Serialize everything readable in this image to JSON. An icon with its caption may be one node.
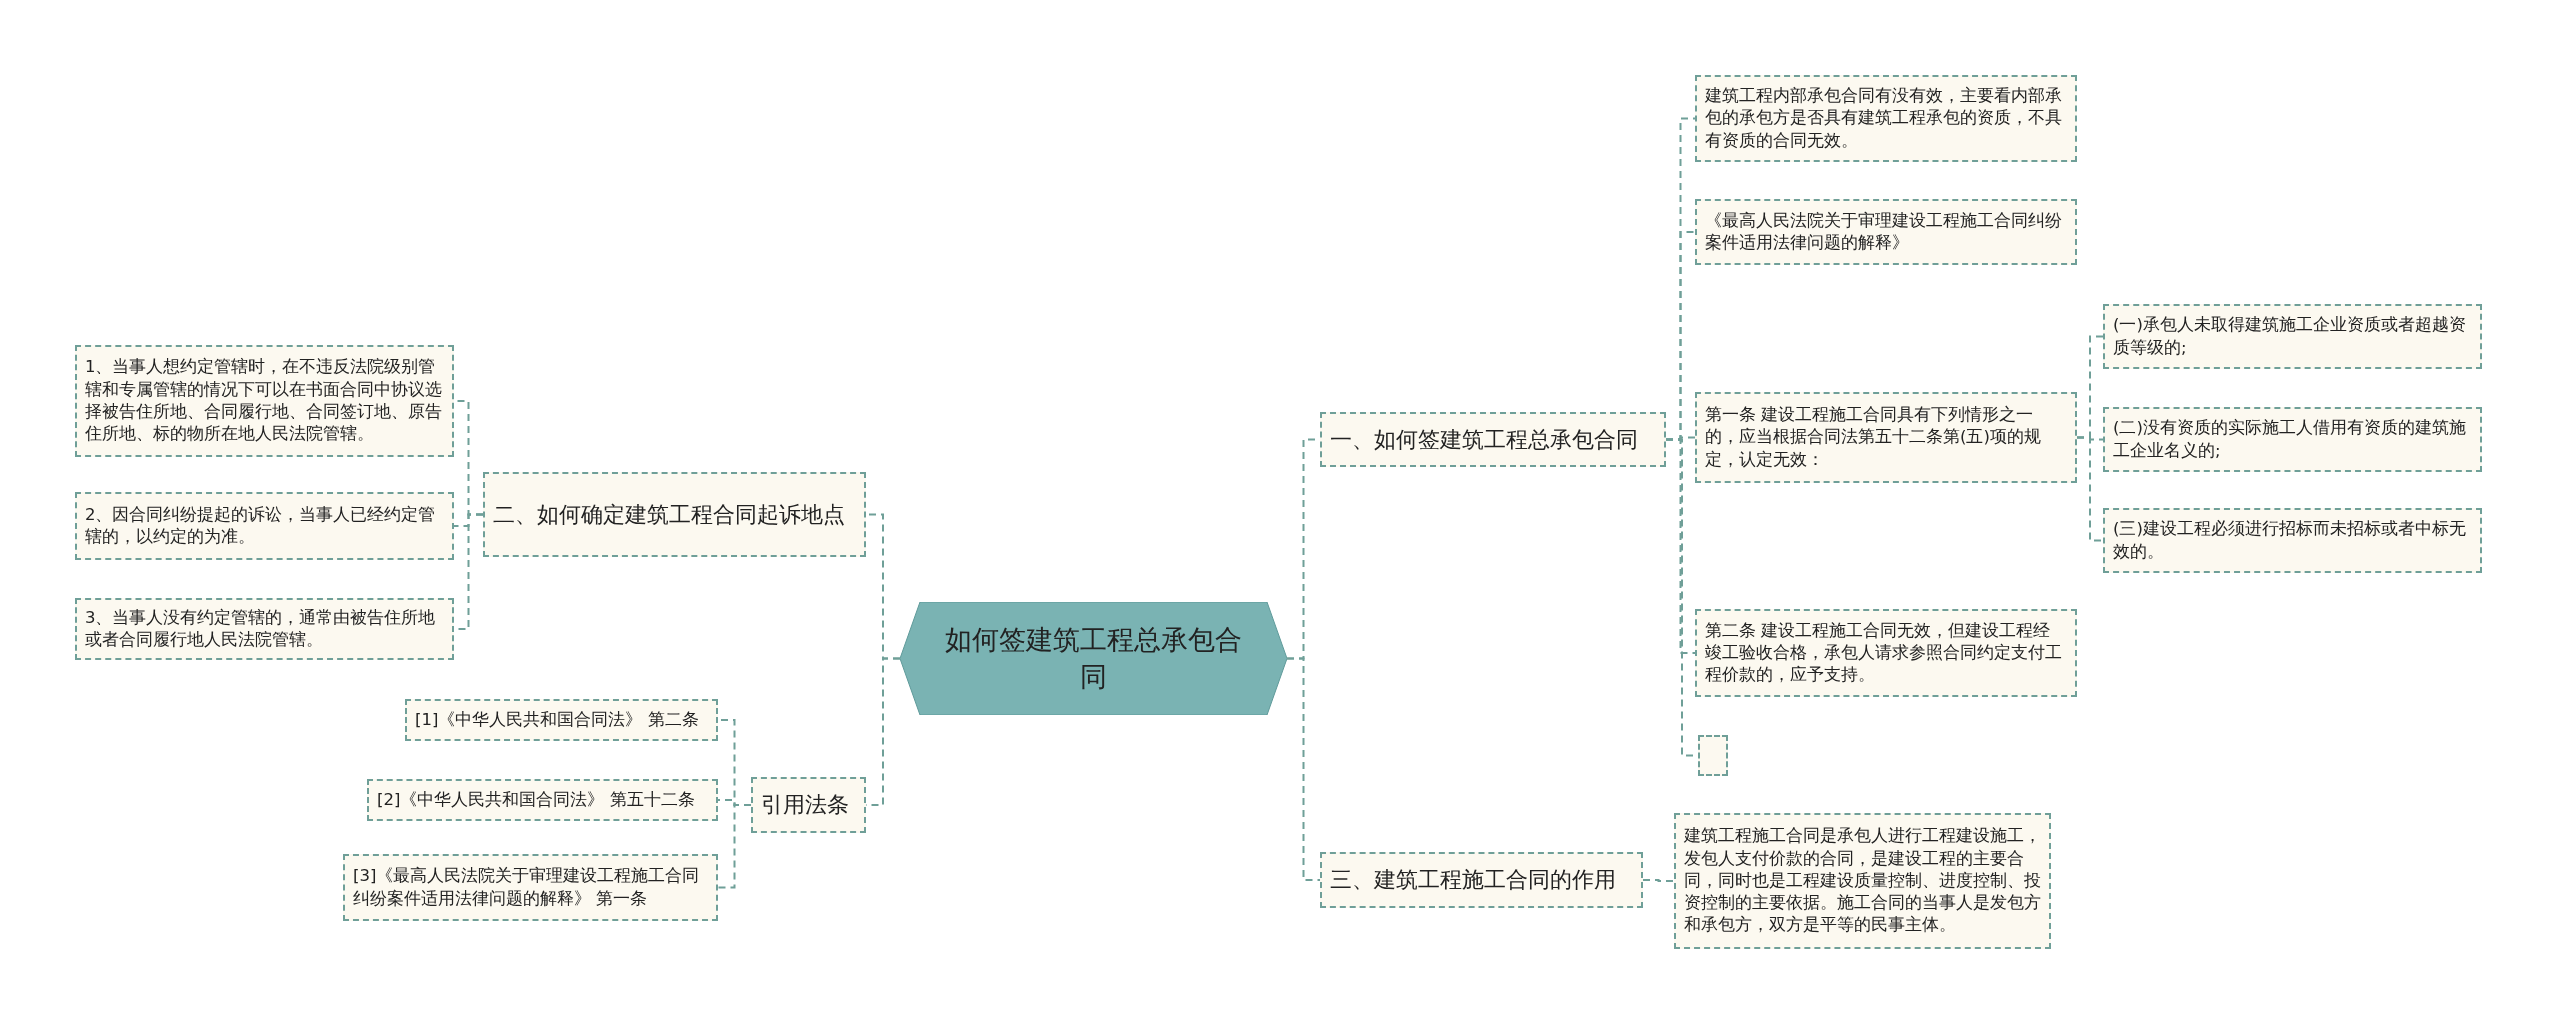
{
  "diagram": {
    "nodes": [
      {
        "text": [
          "如何签建筑工程总承包合同"
        ]
      },
      {
        "text": [
          "二、如何确定建筑工程合同起诉地点"
        ]
      },
      {
        "text": [
          "1、当事人想约定管辖时，在不违反法院级别管辖和专属管辖的情况下可以在书面合同中协议选择被告住所地、合同履行地、合同签订地、原告住所地、标的物所在地人民法院管辖。"
        ]
      },
      {
        "text": [
          "2、因合同纠纷提起的诉讼，当事人已经约定管辖的，以约定的为准。"
        ]
      },
      {
        "text": [
          "3、当事人没有约定管辖的，通常由被告住所地或者合同履行地人民法院管辖。"
        ]
      },
      {
        "text": [
          "引用法条"
        ]
      },
      {
        "text": [
          "[1]《中华人民共和国合同法》 第二条"
        ]
      },
      {
        "text": [
          "[2]《中华人民共和国合同法》 第五十二条"
        ]
      },
      {
        "text": [
          "[3]《最高人民法院关于审理建设工程施工合同纠纷案件适用法律问题的解释》 第一条"
        ]
      },
      {
        "text": [
          "一、如何签建筑工程总承包合同"
        ]
      },
      {
        "text": [
          "建筑工程内部承包合同有没有效，主要看内部承包的承包方是否具有建筑工程承包的资质，不具有资质的合同无效。"
        ]
      },
      {
        "text": [
          "《最高人民法院关于审理建设工程施工合同纠纷案件适用法律问题的解释》"
        ]
      },
      {
        "text": [
          "第一条 建设工程施工合同具有下列情形之一的，应当根据合同法第五十二条第(五)项的规定，认定无效："
        ]
      },
      {
        "text": [
          "(一)承包人未取得建筑施工企业资质或者超越资质等级的;"
        ]
      },
      {
        "text": [
          "(二)没有资质的实际施工人借用有资质的建筑施工企业名义的;"
        ]
      },
      {
        "text": [
          "(三)建设工程必须进行招标而未招标或者中标无效的。"
        ]
      },
      {
        "text": [
          "第二条 建设工程施工合同无效，但建设工程经竣工验收合格，承包人请求参照合同约定支付工程价款的，应予支持。"
        ]
      },
      {
        "text": [],
        "shape": "box"
      },
      {
        "text": [
          "三、建筑工程施工合同的作用"
        ]
      },
      {
        "text": [
          "建筑工程施工合同是承包人进行工程建设施工，发包人支付价款的合同，是建设工程的主要合同，同时也是工程建设质量控制、进度控制、投资控制的主要依据。施工合同的当事人是发包方和承包方，双方是平等的民事主体。"
        ]
      }
    ],
    "edges": [
      {
        "from": 0,
        "to": 1,
        "arrow": "none"
      },
      {
        "from": 1,
        "to": 2,
        "arrow": "none"
      },
      {
        "from": 1,
        "to": 3,
        "arrow": "none"
      },
      {
        "from": 1,
        "to": 4,
        "arrow": "none"
      },
      {
        "from": 0,
        "to": 5,
        "arrow": "none"
      },
      {
        "from": 5,
        "to": 6,
        "arrow": "none"
      },
      {
        "from": 5,
        "to": 7,
        "arrow": "none"
      },
      {
        "from": 5,
        "to": 8,
        "arrow": "none"
      },
      {
        "from": 0,
        "to": 9,
        "arrow": "none"
      },
      {
        "from": 9,
        "to": 10,
        "arrow": "none"
      },
      {
        "from": 9,
        "to": 11,
        "arrow": "none"
      },
      {
        "from": 9,
        "to": 12,
        "arrow": "none"
      },
      {
        "from": 12,
        "to": 13,
        "arrow": "none"
      },
      {
        "from": 12,
        "to": 14,
        "arrow": "none"
      },
      {
        "from": 12,
        "to": 15,
        "arrow": "none"
      },
      {
        "from": 9,
        "to": 16,
        "arrow": "none"
      },
      {
        "from": 9,
        "to": 17,
        "arrow": "none"
      },
      {
        "from": 0,
        "to": 18,
        "arrow": "none"
      },
      {
        "from": 18,
        "to": 19,
        "arrow": "none"
      }
    ]
  }
}
